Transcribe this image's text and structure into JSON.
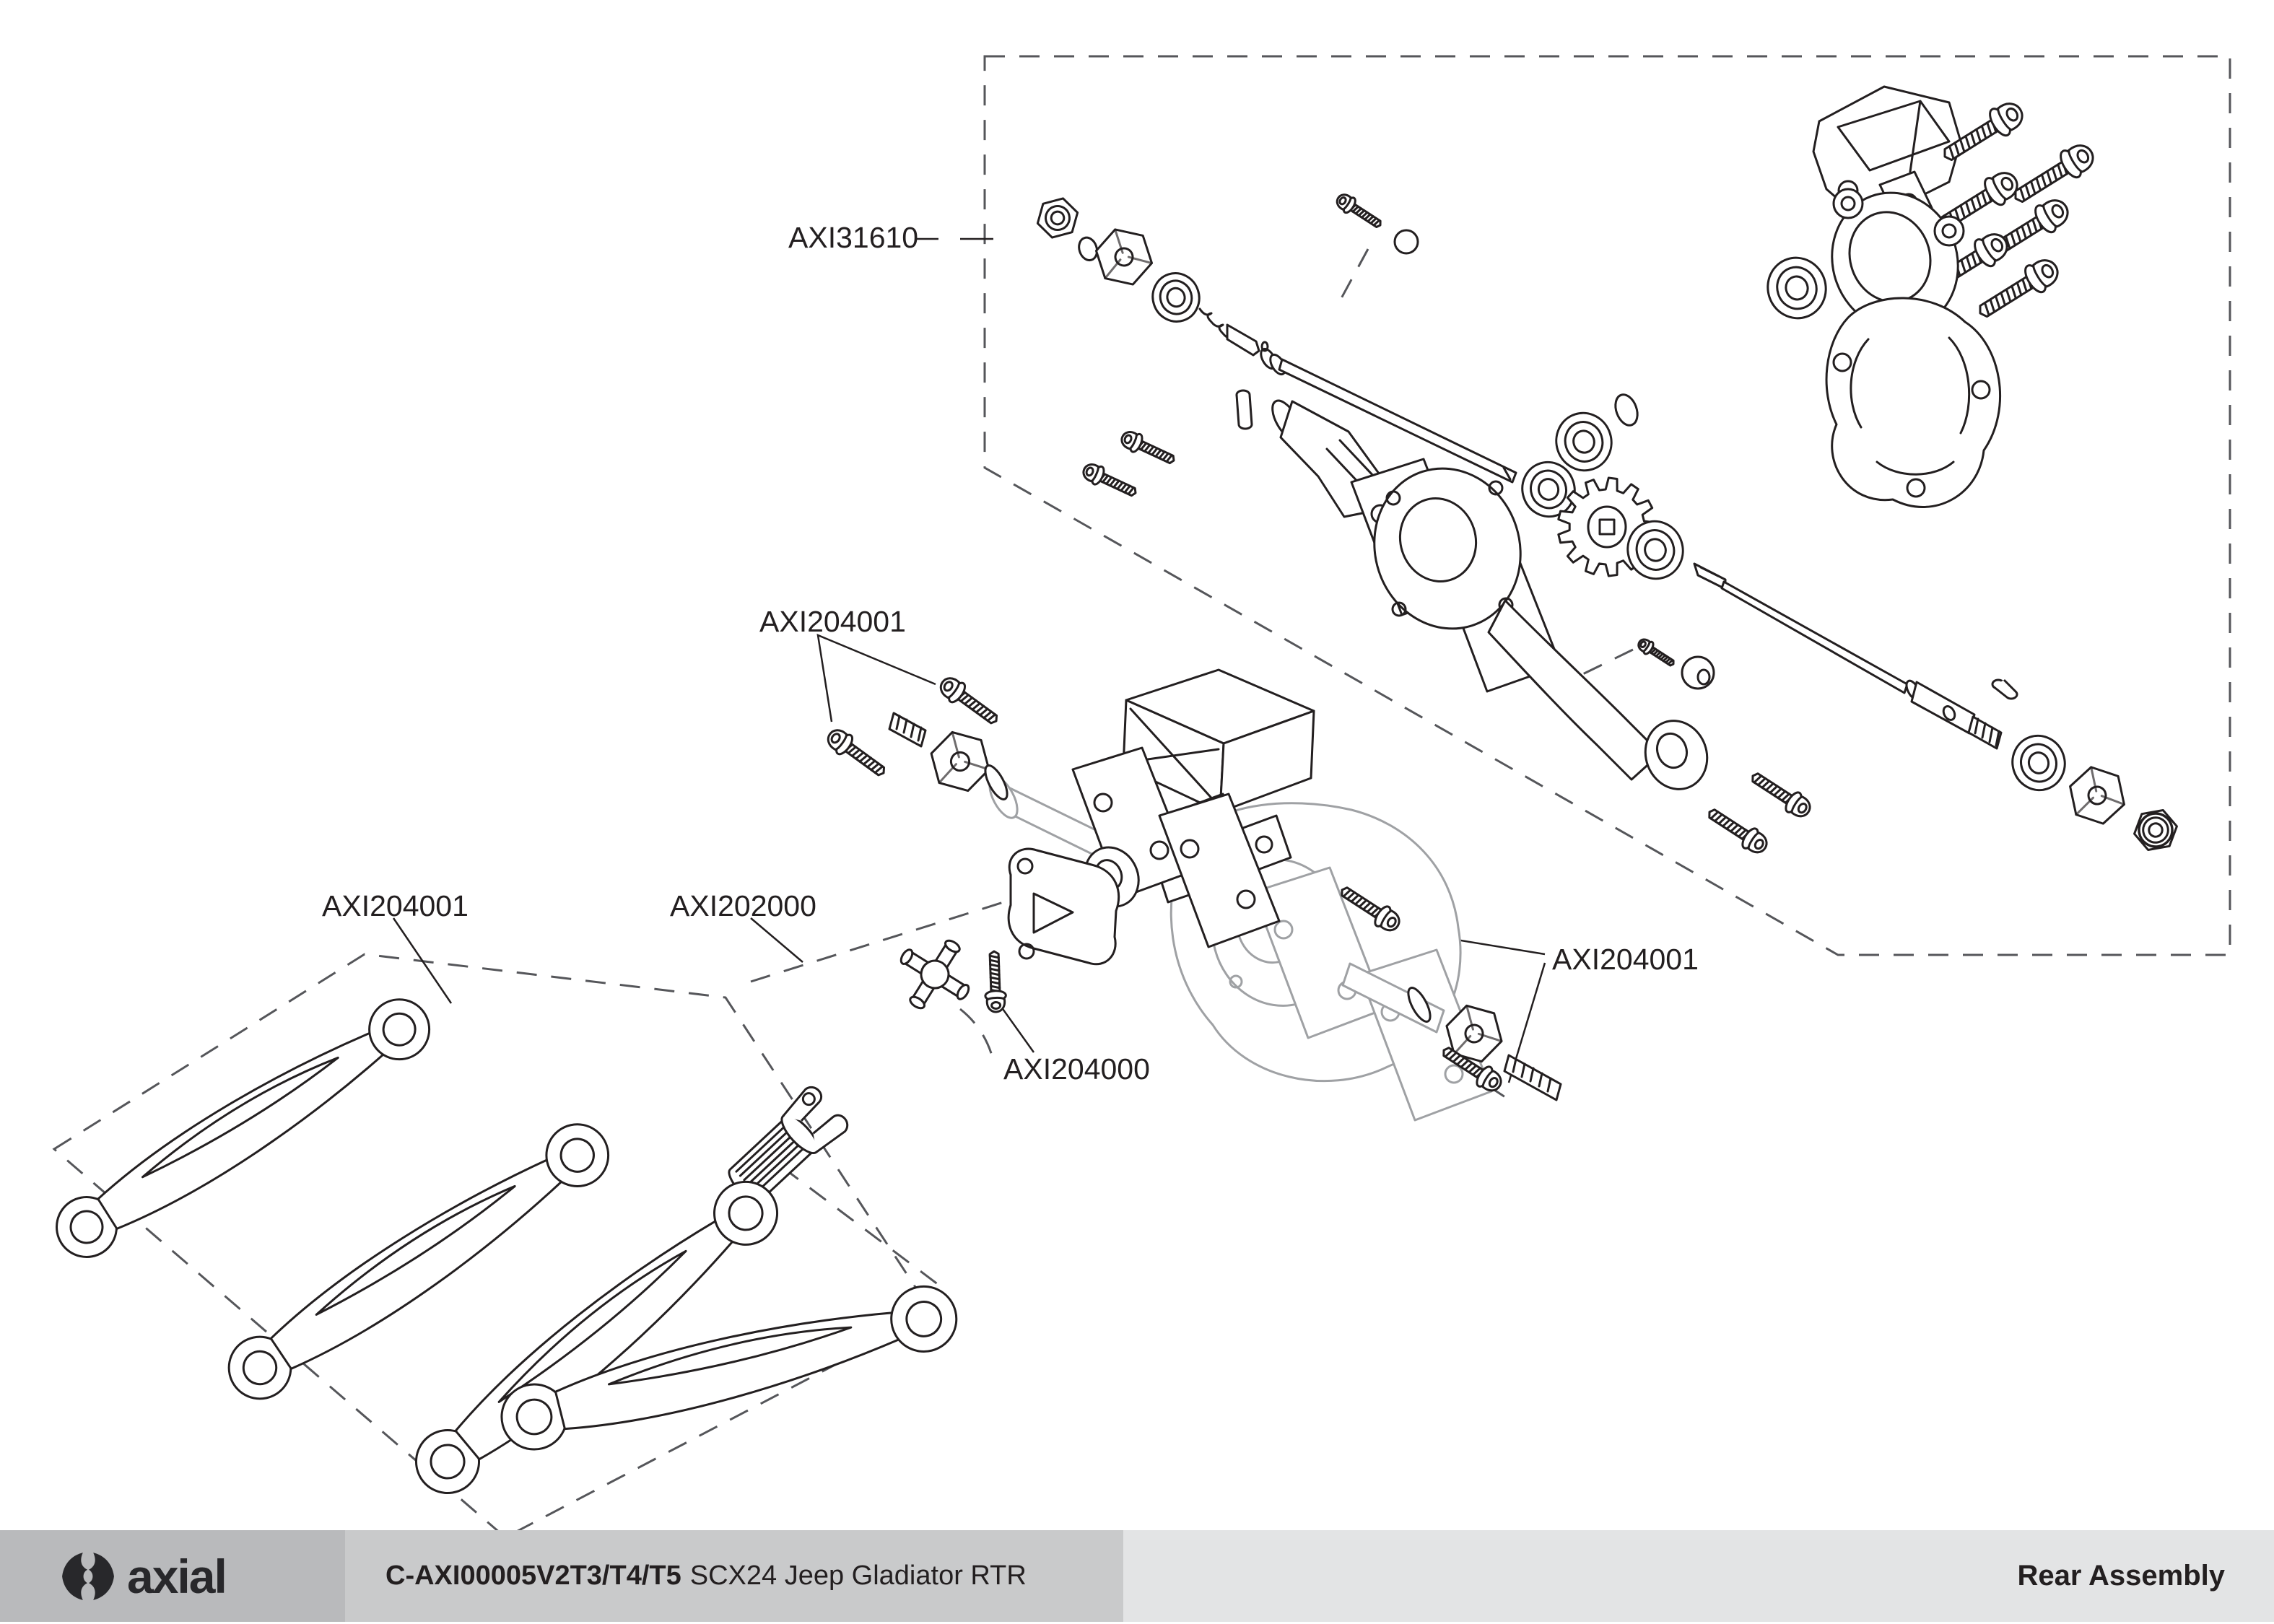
{
  "diagram": {
    "labels": {
      "axi31610": "AXI31610",
      "axi204001_top": "AXI204001",
      "axi204001_left": "AXI204001",
      "axi202000": "AXI202000",
      "axi204000": "AXI204000",
      "axi204001_right": "AXI204001"
    },
    "parts": [
      "lock-nut",
      "hex-hub",
      "bearing",
      "axle-shaft",
      "idler-gear",
      "gear-cover",
      "gearbox-housing",
      "motor-mount",
      "screws",
      "axle-housing",
      "link-rods",
      "driveshaft",
      "u-joint-spider",
      "driveshaft-yoke",
      "ball-stud",
      "set-screw"
    ]
  },
  "footer": {
    "brand": "axial",
    "logo_icon": "axial-brand-mark",
    "product_code": "C-AXI00005V2T3/T4/T5",
    "product_name": "SCX24 Jeep Gladiator RTR",
    "page_title": "Rear Assembly"
  },
  "colors": {
    "ink": "#231f20",
    "gray": "#9fa1a4",
    "dash": "#55565a",
    "footer-left": "#b9babc",
    "footer-mid": "#c9cacb",
    "footer-right": "#e3e4e5",
    "logo": "#28282b"
  }
}
